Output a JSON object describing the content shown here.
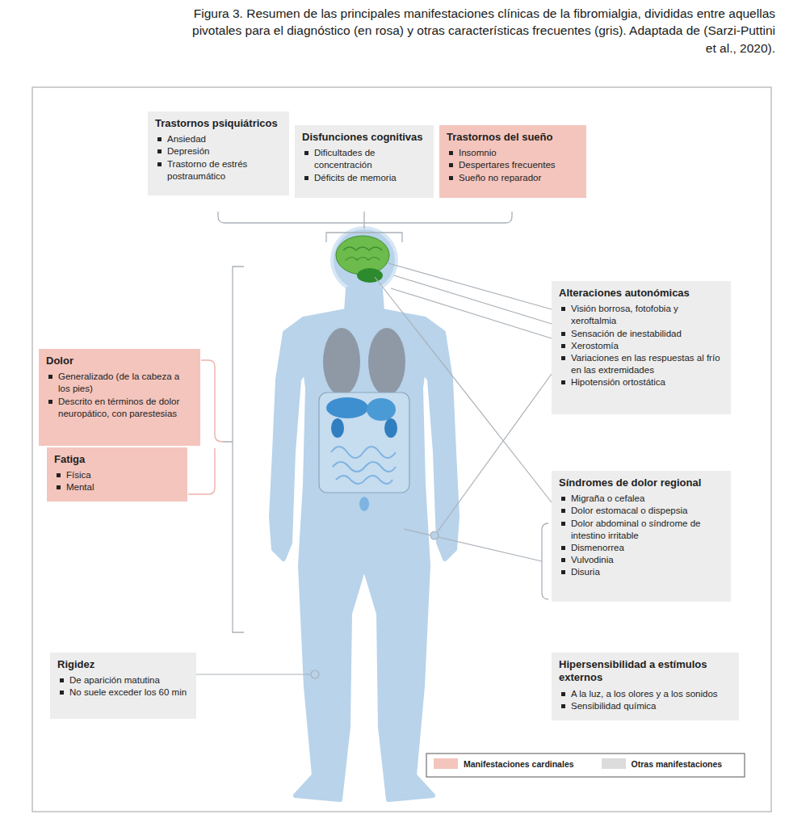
{
  "diagram": {
    "caption": "Figura 3. Resumen de las principales manifestaciones clínicas de la fibromialgia, divididas entre aquellas pivotales para el diagnóstico (en rosa) y otras características frecuentes (gris). Adaptada de (Sarzi-Puttini et al., 2020).",
    "nodes": [
      {
        "text": [
          "Trastornos psiquiátricos",
          "Ansiedad",
          "Depresión",
          "Trastorno de estrés postraumático"
        ]
      },
      {
        "text": [
          "Disfunciones cognitivas",
          "Dificultades de concentración",
          "Déficits de memoria"
        ]
      },
      {
        "text": [
          "Trastornos del sueño",
          "Insomnio",
          "Despertares frecuentes",
          "Sueño no reparador"
        ]
      },
      {
        "text": [
          "Dolor",
          "Generalizado (de la cabeza a los pies)",
          "Descrito en términos de dolor neuropático, con parestesias"
        ]
      },
      {
        "text": [
          "Fatiga",
          "Física",
          "Mental"
        ]
      },
      {
        "text": [
          "Alteraciones autonómicas",
          "Visión borrosa, fotofobia y xeroftalmia",
          "Sensación de inestabilidad",
          "Xerostomía",
          "Variaciones en las respuestas al frío en las extremidades",
          "Hipotensión ortostática"
        ]
      },
      {
        "text": [
          "Síndromes de dolor regional",
          "Migraña o cefalea",
          "Dolor estomacal o dispepsia",
          "Dolor abdominal o síndrome de intestino irritable",
          "Dismenorrea",
          "Vulvodinia",
          "Disuria"
        ]
      },
      {
        "text": [
          "Rigidez",
          "De aparición matutina",
          "No suele exceder los 60 min"
        ]
      },
      {
        "text": [
          "Hipersensibilidad a estímulos externos",
          "A la luz, a los olores y a los sonidos",
          "Sensibilidad química"
        ]
      }
    ],
    "legend": [
      {
        "text": "Manifestaciones cardinales",
        "color": "#f4c5bd"
      },
      {
        "text": "Otras manifestaciones",
        "color": "#dcdcdc"
      }
    ]
  }
}
